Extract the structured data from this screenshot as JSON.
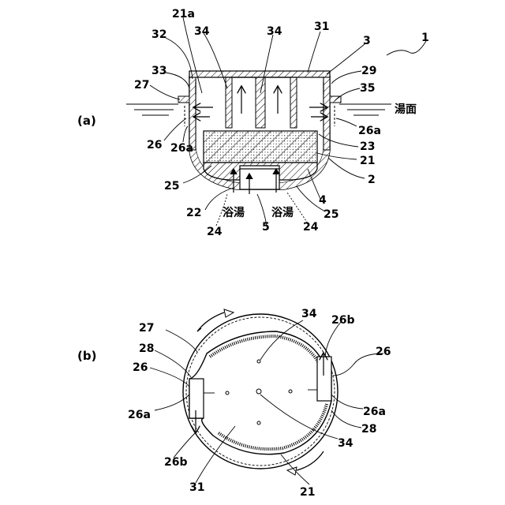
{
  "figure_a": {
    "panel_label": "(a)",
    "labels": {
      "l1": "1",
      "l3": "3",
      "l21a": "21a",
      "l32": "32",
      "l34a": "34",
      "l34b": "34",
      "l31": "31",
      "l33": "33",
      "l29": "29",
      "l27": "27",
      "l35": "35",
      "l26a_r": "26a",
      "l23": "23",
      "l26": "26",
      "l26a_l": "26a",
      "l21": "21",
      "l2": "2",
      "l25_l": "25",
      "l4": "4",
      "l22": "22",
      "l25_r": "25",
      "l24_l": "24",
      "l5": "5",
      "l24_r": "24"
    },
    "water_surface": "湯面",
    "bath_left": "浴湯",
    "bath_right": "浴湯"
  },
  "figure_b": {
    "panel_label": "(b)",
    "labels": {
      "l34_top": "34",
      "l26b_top": "26b",
      "l27": "27",
      "l28_l": "28",
      "l26_r": "26",
      "l26_l": "26",
      "l26a_l": "26a",
      "l26a_r": "26a",
      "l28_r": "28",
      "l34_bot": "34",
      "l26b_bot": "26b",
      "l31": "31",
      "l21": "21"
    }
  }
}
